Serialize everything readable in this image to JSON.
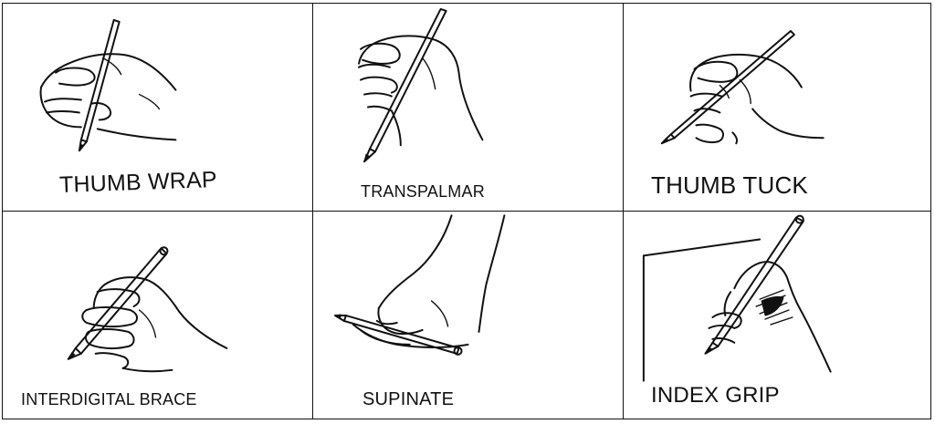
{
  "grips": [
    {
      "label": "THUMB WRAP",
      "icon": "hand-thumb-wrap-illustration"
    },
    {
      "label": "TRANSPALMAR",
      "icon": "hand-transpalmar-illustration"
    },
    {
      "label": "THUMB TUCK",
      "icon": "hand-thumb-tuck-illustration"
    },
    {
      "label": "INTERDIGITAL BRACE",
      "icon": "hand-interdigital-brace-illustration"
    },
    {
      "label": "SUPINATE",
      "icon": "hand-supinate-illustration"
    },
    {
      "label": "INDEX GRIP",
      "icon": "hand-index-grip-illustration"
    }
  ]
}
